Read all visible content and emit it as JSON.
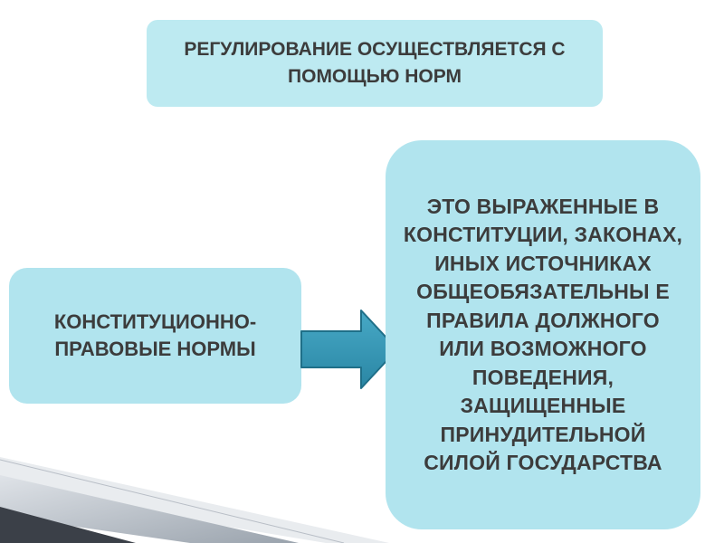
{
  "slide": {
    "top_box_text": "РЕГУЛИРОВАНИЕ ОСУЩЕСТВЛЯЕТСЯ С ПОМОЩЬЮ НОРМ",
    "left_box_text": "КОНСТИТУЦИОННО-ПРАВОВЫЕ НОРМЫ",
    "right_box_text": "ЭТО ВЫРАЖЕННЫЕ В КОНСТИТУЦИИ, ЗАКОНАХ, ИНЫХ ИСТОЧНИКАХ ОБЩЕОБЯЗАТЕЛЬНЫ Е ПРАВИЛА ДОЛЖНОГО ИЛИ ВОЗМОЖНОГО ПОВЕДЕНИЯ, ЗАЩИЩЕННЫЕ ПРИНУДИТЕЛЬНОЙ СИЛОЙ ГОСУДАРСТВА"
  },
  "colors": {
    "box_fill": "#b1e4ee",
    "top_box_fill": "#bdeaf1",
    "arrow_fill": "#2e8fae",
    "text": "#3c3c3c"
  }
}
